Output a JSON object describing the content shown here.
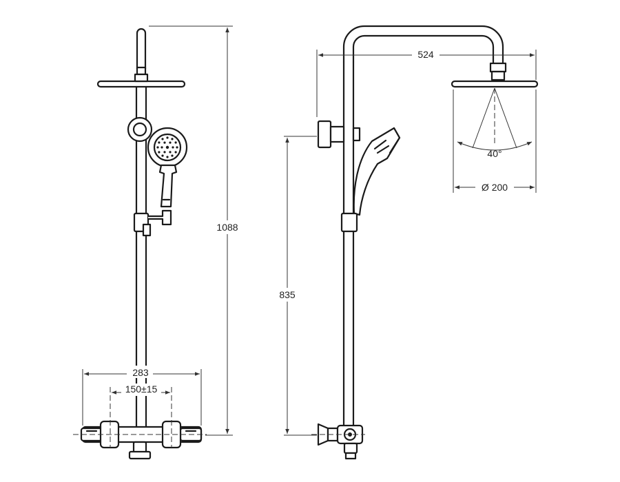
{
  "dimensions": {
    "total_height": "1088",
    "mixer_width": "283",
    "inlet_centers": "150±15",
    "arm_reach": "524",
    "holder_height": "835",
    "spray_angle": "40°",
    "head_diameter": "Ø 200"
  },
  "colors": {
    "ink": "#1a1a1a",
    "background": "#ffffff"
  }
}
